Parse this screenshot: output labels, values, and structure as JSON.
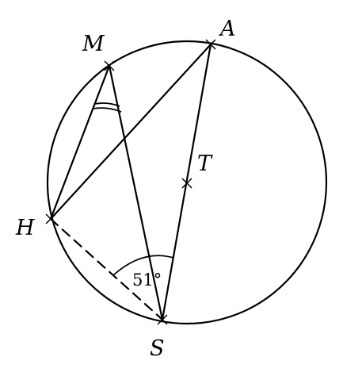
{
  "points": {
    "M": {
      "label": "M"
    },
    "A": {
      "label": "A"
    },
    "T": {
      "label": "T"
    },
    "H": {
      "label": "H"
    },
    "S": {
      "label": "S"
    }
  },
  "angle": {
    "label": "51°"
  }
}
